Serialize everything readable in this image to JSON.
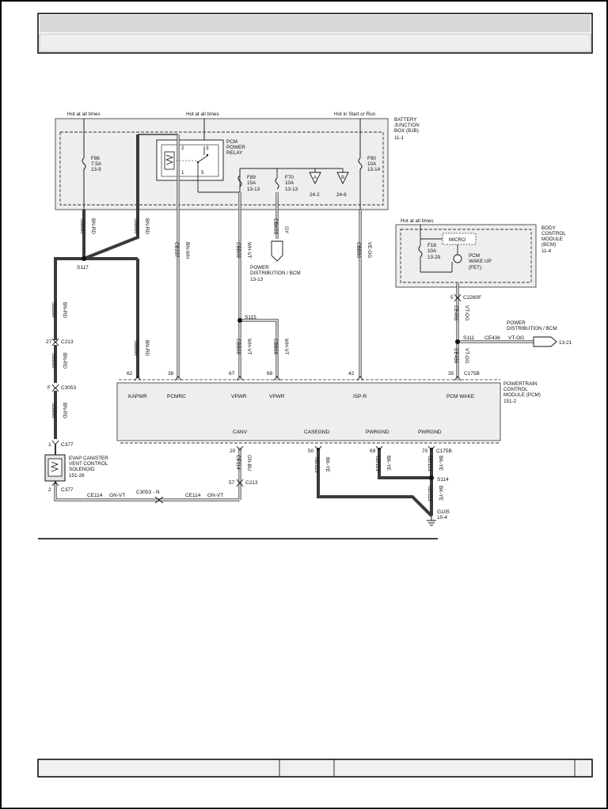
{
  "header": {
    "title": "",
    "subtitle": ""
  },
  "footer": {
    "cells": [
      "",
      "",
      "",
      ""
    ]
  },
  "supplies": {
    "left": "Hot at all times",
    "mid": "Hot at all times",
    "right": "Hot in Start or Run",
    "bcm": "Hot at all times"
  },
  "bjb": {
    "line1": "BATTERY",
    "line2": "JUNCTION",
    "line3": "BOX (BJB)",
    "line4": "11-1"
  },
  "bcm_box": {
    "line1": "BODY",
    "line2": "CONTROL",
    "line3": "MODULE",
    "line4": "(BCM)",
    "line5": "11-4"
  },
  "pcm_box": {
    "line1": "POWERTRAIN",
    "line2": "CONTROL",
    "line3": "MODULE (PCM)",
    "line4": "151-2"
  },
  "fuses": {
    "f86": [
      "F86",
      "7.5A",
      "13-9"
    ],
    "f89": [
      "F89",
      "15A",
      "13-13"
    ],
    "f70": [
      "F70",
      "10A",
      "13-13"
    ],
    "f90": [
      "F90",
      "10A",
      "13-14"
    ],
    "f18": [
      "F18",
      "10A",
      "13-29"
    ]
  },
  "relay": {
    "line1": "PCM",
    "line2": "POWER",
    "line3": "RELAY",
    "pins": [
      "2",
      "3",
      "1",
      "5"
    ]
  },
  "refs": {
    "r1": "24-2",
    "r2": "24-6",
    "rA": "A",
    "rB": "B"
  },
  "micro": {
    "label": "MICRO",
    "wake1": "PCM",
    "wake2": "WAKE UP",
    "wake3": "(FET)"
  },
  "power_dist": {
    "line1": "POWER",
    "line2": "DISTRIBUTION / BCM",
    "line3": "13-13"
  },
  "power_dist2": {
    "line1": "POWER",
    "line2": "DISTRIBUTION / BCM",
    "ref": "13-21"
  },
  "wires": {
    "sbb86_a": "SBB86",
    "bnrd_a": "BN-RD",
    "sbb86_b": "SBB86",
    "bnrd_b": "BN-RD",
    "ce237": "CE237",
    "bnwh": "BN-WH",
    "cbb69": "CBB69",
    "whvt": "WH-VT",
    "cbk03": "CBK03",
    "gy": "GY",
    "cbb90": "CBB90",
    "veog": "VE-OG",
    "sbb86_c": "SBB86",
    "bnrd_c": "BN-RD",
    "sbb86_d": "SBB86",
    "bnrd_d": "BN-RD",
    "sbb86_e": "SBB86",
    "bnrd_e": "BN-RD",
    "sbb86_f": "SBB86",
    "bnrd_f": "BN-RD",
    "cbb69_b": "CBB69",
    "whvt_b": "WH-VT",
    "cbb69_c": "CBB69",
    "whvt_c": "WH-VT",
    "ce436_a": "CE436",
    "vtog_a": "VT-OG",
    "ce436_b": "CE436",
    "vtog_b": "VT-OG",
    "ce436_h": "CE436",
    "vtog_h": "VT-OG",
    "ce114_v": "CE114",
    "gnbu": "GN-BU",
    "gd113_a": "GD113",
    "bkye_a": "BK-YE",
    "gd113_b": "GD113",
    "bkye_b": "BK-YE",
    "gd113_c": "GD113",
    "bkye_c": "BK-YE",
    "gd113_d": "GD113",
    "bkye_d": "BK-YE",
    "ce114_h1": "CE114",
    "gnvt_1": "GN-VT",
    "ce114_h2": "CE114",
    "gnvt_2": "GN-VT",
    "c3053n": "C3053 - N"
  },
  "splices": {
    "s117": "S117",
    "s115": "S115",
    "s111": "S111",
    "s114": "S114"
  },
  "connectors": {
    "c213_top": "C213",
    "c213_top_pin": "27",
    "c3053": "C3053",
    "c3053_pin": "F",
    "c377_top": "C377",
    "c377_top_pin": "1",
    "c377_bot": "C377",
    "c377_bot_pin": "2",
    "c2280f": "C2280F",
    "c2280f_pin": "5",
    "c175b_top": "C175B",
    "c175b_bot": "C175B",
    "c213_bot": "C213",
    "c213_bot_pin": "57"
  },
  "pcm_pins": {
    "kapwr": "KAPWR",
    "kapwr_n": "62",
    "pcmrc": "PCMRC",
    "pcmrc_n": "38",
    "vpwr1": "VPWR",
    "vpwr1_n": "67",
    "vpwr2": "VPWR",
    "vpwr2_n": "68",
    "ispr": "ISP-R",
    "ispr_n": "42",
    "wake": "PCM WAKE",
    "wake_n": "35",
    "canv": "CANV",
    "canv_n": "20",
    "casegnd": "CASEGND",
    "casegnd_n": "50",
    "pwrgnd1": "PWRGND",
    "pwrgnd1_n": "69",
    "pwrgnd2": "PWRGND",
    "pwrgnd2_n": "70"
  },
  "evap": {
    "line1": "EVAP CANISTER",
    "line2": "VENT CONTROL",
    "line3": "SOLENOID",
    "line4": "151-26"
  },
  "ground": {
    "name": "G105",
    "ref": "10-4"
  }
}
